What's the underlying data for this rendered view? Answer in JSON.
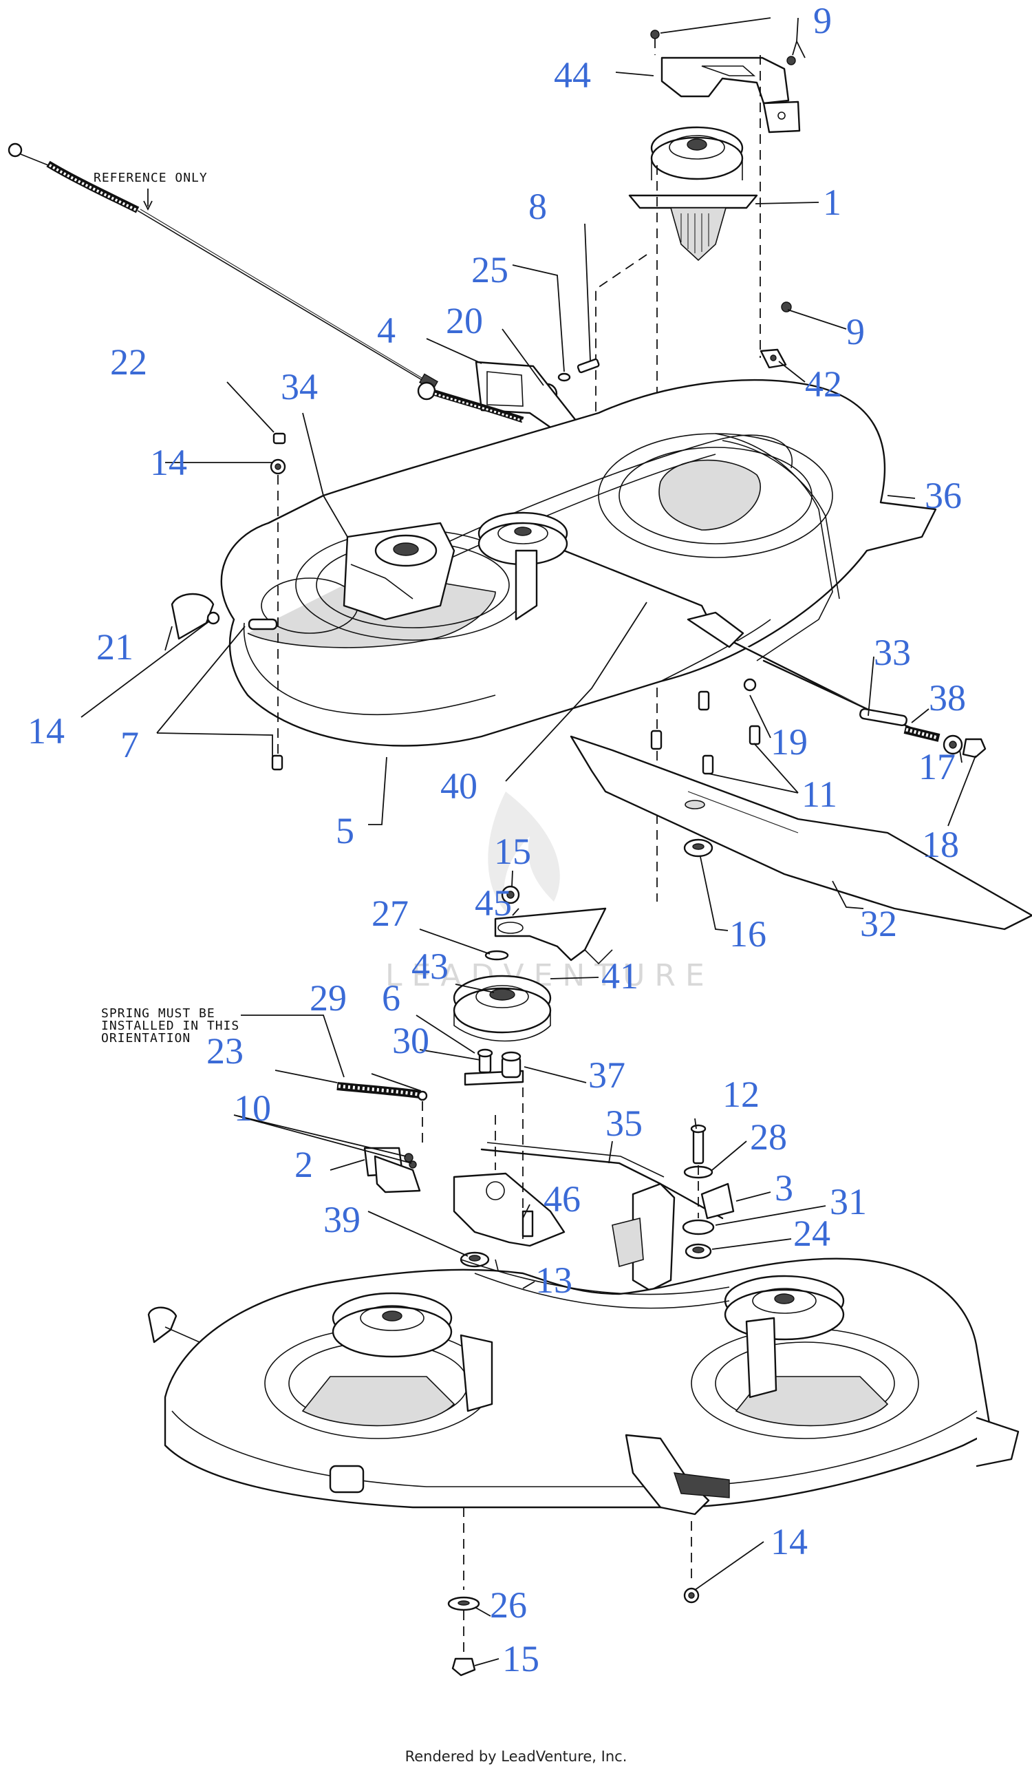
{
  "diagram": {
    "notes": {
      "reference": "REFERENCE ONLY",
      "spring_line1": "SPRING MUST BE",
      "spring_line2": "INSTALLED IN THIS",
      "spring_line3": "ORIENTATION"
    },
    "watermark": "LEADVENTURE",
    "callouts": [
      {
        "id": "c9a",
        "label": "9"
      },
      {
        "id": "c44",
        "label": "44"
      },
      {
        "id": "c1",
        "label": "1"
      },
      {
        "id": "c8",
        "label": "8"
      },
      {
        "id": "c25",
        "label": "25"
      },
      {
        "id": "c9b",
        "label": "9"
      },
      {
        "id": "c4",
        "label": "4"
      },
      {
        "id": "c20",
        "label": "20"
      },
      {
        "id": "c42",
        "label": "42"
      },
      {
        "id": "c22",
        "label": "22"
      },
      {
        "id": "c34",
        "label": "34"
      },
      {
        "id": "c14a",
        "label": "14"
      },
      {
        "id": "c36",
        "label": "36"
      },
      {
        "id": "c21",
        "label": "21"
      },
      {
        "id": "c33",
        "label": "33"
      },
      {
        "id": "c38",
        "label": "38"
      },
      {
        "id": "c14b",
        "label": "14"
      },
      {
        "id": "c7",
        "label": "7"
      },
      {
        "id": "c19",
        "label": "19"
      },
      {
        "id": "c17",
        "label": "17"
      },
      {
        "id": "c11",
        "label": "11"
      },
      {
        "id": "c40",
        "label": "40"
      },
      {
        "id": "c18",
        "label": "18"
      },
      {
        "id": "c5",
        "label": "5"
      },
      {
        "id": "c15a",
        "label": "15"
      },
      {
        "id": "c45",
        "label": "45"
      },
      {
        "id": "c16",
        "label": "16"
      },
      {
        "id": "c32",
        "label": "32"
      },
      {
        "id": "c27",
        "label": "27"
      },
      {
        "id": "c43",
        "label": "43"
      },
      {
        "id": "c41",
        "label": "41"
      },
      {
        "id": "c6",
        "label": "6"
      },
      {
        "id": "c29",
        "label": "29"
      },
      {
        "id": "c30",
        "label": "30"
      },
      {
        "id": "c23",
        "label": "23"
      },
      {
        "id": "c37",
        "label": "37"
      },
      {
        "id": "c12",
        "label": "12"
      },
      {
        "id": "c10",
        "label": "10"
      },
      {
        "id": "c35",
        "label": "35"
      },
      {
        "id": "c28",
        "label": "28"
      },
      {
        "id": "c2",
        "label": "2"
      },
      {
        "id": "c3",
        "label": "3"
      },
      {
        "id": "c46",
        "label": "46"
      },
      {
        "id": "c31",
        "label": "31"
      },
      {
        "id": "c39",
        "label": "39"
      },
      {
        "id": "c24",
        "label": "24"
      },
      {
        "id": "c13",
        "label": "13"
      },
      {
        "id": "c14c",
        "label": "14"
      },
      {
        "id": "c26",
        "label": "26"
      },
      {
        "id": "c15b",
        "label": "15"
      }
    ]
  },
  "footer": "Rendered by LeadVenture, Inc."
}
